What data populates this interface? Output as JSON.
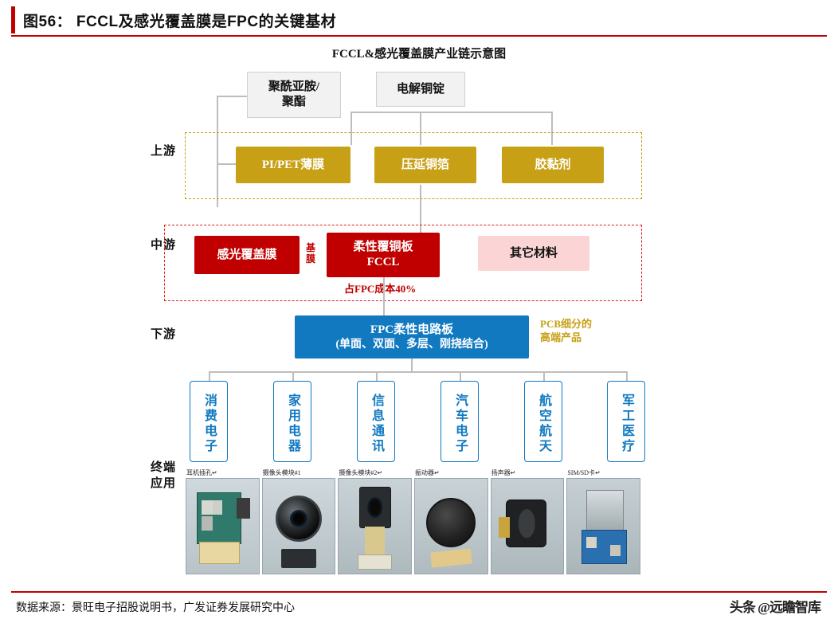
{
  "header": {
    "title": "图56： FCCL及感光覆盖膜是FPC的关键基材"
  },
  "chart_title": "FCCL&感光覆盖膜产业链示意图",
  "stages": {
    "upstream": "上游",
    "midstream": "中游",
    "downstream": "下游",
    "end_application": "终端应用"
  },
  "raw_materials": [
    {
      "label": "聚酰亚胺/\n聚酯"
    },
    {
      "label": "电解铜锭"
    }
  ],
  "raw_materials_lines": {
    "m1_line1": "聚酰亚胺/",
    "m1_line2": "聚酯",
    "m2_line1": "电解铜锭"
  },
  "upstream_boxes": [
    {
      "label": "PI/PET薄膜"
    },
    {
      "label": "压延铜箔"
    },
    {
      "label": "胶黏剂"
    }
  ],
  "midstream_boxes": [
    {
      "label": "感光覆盖膜"
    },
    {
      "label_line1": "柔性覆铜板",
      "label_line2": "FCCL"
    },
    {
      "label": "其它材料"
    }
  ],
  "annotations": {
    "base_film": "基膜",
    "cost_note": "占FPC成本40%",
    "pcb_note_line1": "PCB细分的",
    "pcb_note_line2": "高端产品"
  },
  "downstream_box": {
    "line1": "FPC柔性电路板",
    "line2": "(单面、双面、多层、刚挠结合)"
  },
  "applications": [
    {
      "label": "消费电子"
    },
    {
      "label": "家用电器"
    },
    {
      "label": "信息通讯"
    },
    {
      "label": "汽车电子"
    },
    {
      "label": "航空航天"
    },
    {
      "label": "军工医疗"
    }
  ],
  "photos": [
    {
      "caption": "耳机插孔↵",
      "icon": "headphone-jack-connector-photo"
    },
    {
      "caption": "摄像头模块#1",
      "icon": "camera-module-round-photo"
    },
    {
      "caption": "摄像头模块#2↵",
      "icon": "camera-module-square-photo"
    },
    {
      "caption": "振动器↵",
      "icon": "vibration-motor-photo"
    },
    {
      "caption": "扬声器↵",
      "icon": "speaker-photo"
    },
    {
      "caption": "SIM/SD卡↵",
      "icon": "sim-sd-connector-photo"
    }
  ],
  "footer": {
    "source": "数据来源：景旺电子招股说明书，广发证券发展研究中心",
    "watermark": "头条 @远瞻智库"
  },
  "colors": {
    "accent_red": "#c00000",
    "gold": "#c8a015",
    "blue": "#1179c0",
    "pink": "#fbd5d5"
  }
}
